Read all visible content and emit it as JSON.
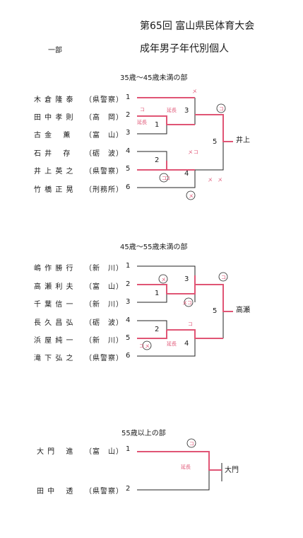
{
  "header": {
    "title": "第65回 富山県民体育大会",
    "division": "一部",
    "subtitle": "成年男子年代別個人"
  },
  "sections": [
    {
      "heading": "35歳～45歳未満の部",
      "players": [
        {
          "name": "木 倉 隆 泰",
          "team": "（県警察）",
          "num": "1"
        },
        {
          "name": "田 中 孝 則",
          "team": "（高　岡）",
          "num": "2"
        },
        {
          "name": "古 金　 薫",
          "team": "（富　山）",
          "num": "3"
        },
        {
          "name": "石 井　 存",
          "team": "（砺　波）",
          "num": "4"
        },
        {
          "name": "井 上 英 之",
          "team": "（県警察）",
          "num": "5"
        },
        {
          "name": "竹 橋 正 晃",
          "team": "（刑務所）",
          "num": "6"
        }
      ],
      "match_numbers": [
        "1",
        "2",
        "3",
        "4",
        "5"
      ],
      "winner": "井上"
    },
    {
      "heading": "45歳～55歳未満の部",
      "players": [
        {
          "name": "嶋 作 勝 行",
          "team": "（新　川）",
          "num": "1"
        },
        {
          "name": "高 瀬 利 夫",
          "team": "（富　山）",
          "num": "2"
        },
        {
          "name": "千 葉 信 一",
          "team": "（新　川）",
          "num": "3"
        },
        {
          "name": "長 久 昌 弘",
          "team": "（砺　波）",
          "num": "4"
        },
        {
          "name": "浜 屋 純 一",
          "team": "（新　川）",
          "num": "5"
        },
        {
          "name": "滝 下 弘 之",
          "team": "（県警察）",
          "num": "6"
        }
      ],
      "match_numbers": [
        "1",
        "2",
        "3",
        "4",
        "5"
      ],
      "winner": "高瀬"
    },
    {
      "heading": "55歳以上の部",
      "players": [
        {
          "name": "大 門　 進",
          "team": "（富　山）",
          "num": "1"
        },
        {
          "name": "田 中　 透",
          "team": "（県警察）",
          "num": "2"
        }
      ],
      "winner": "大門"
    }
  ],
  "marks": {
    "kote": "コ",
    "men": "メ",
    "encho": "延長"
  },
  "colors": {
    "win_line": "#e05575",
    "line": "#222222"
  }
}
